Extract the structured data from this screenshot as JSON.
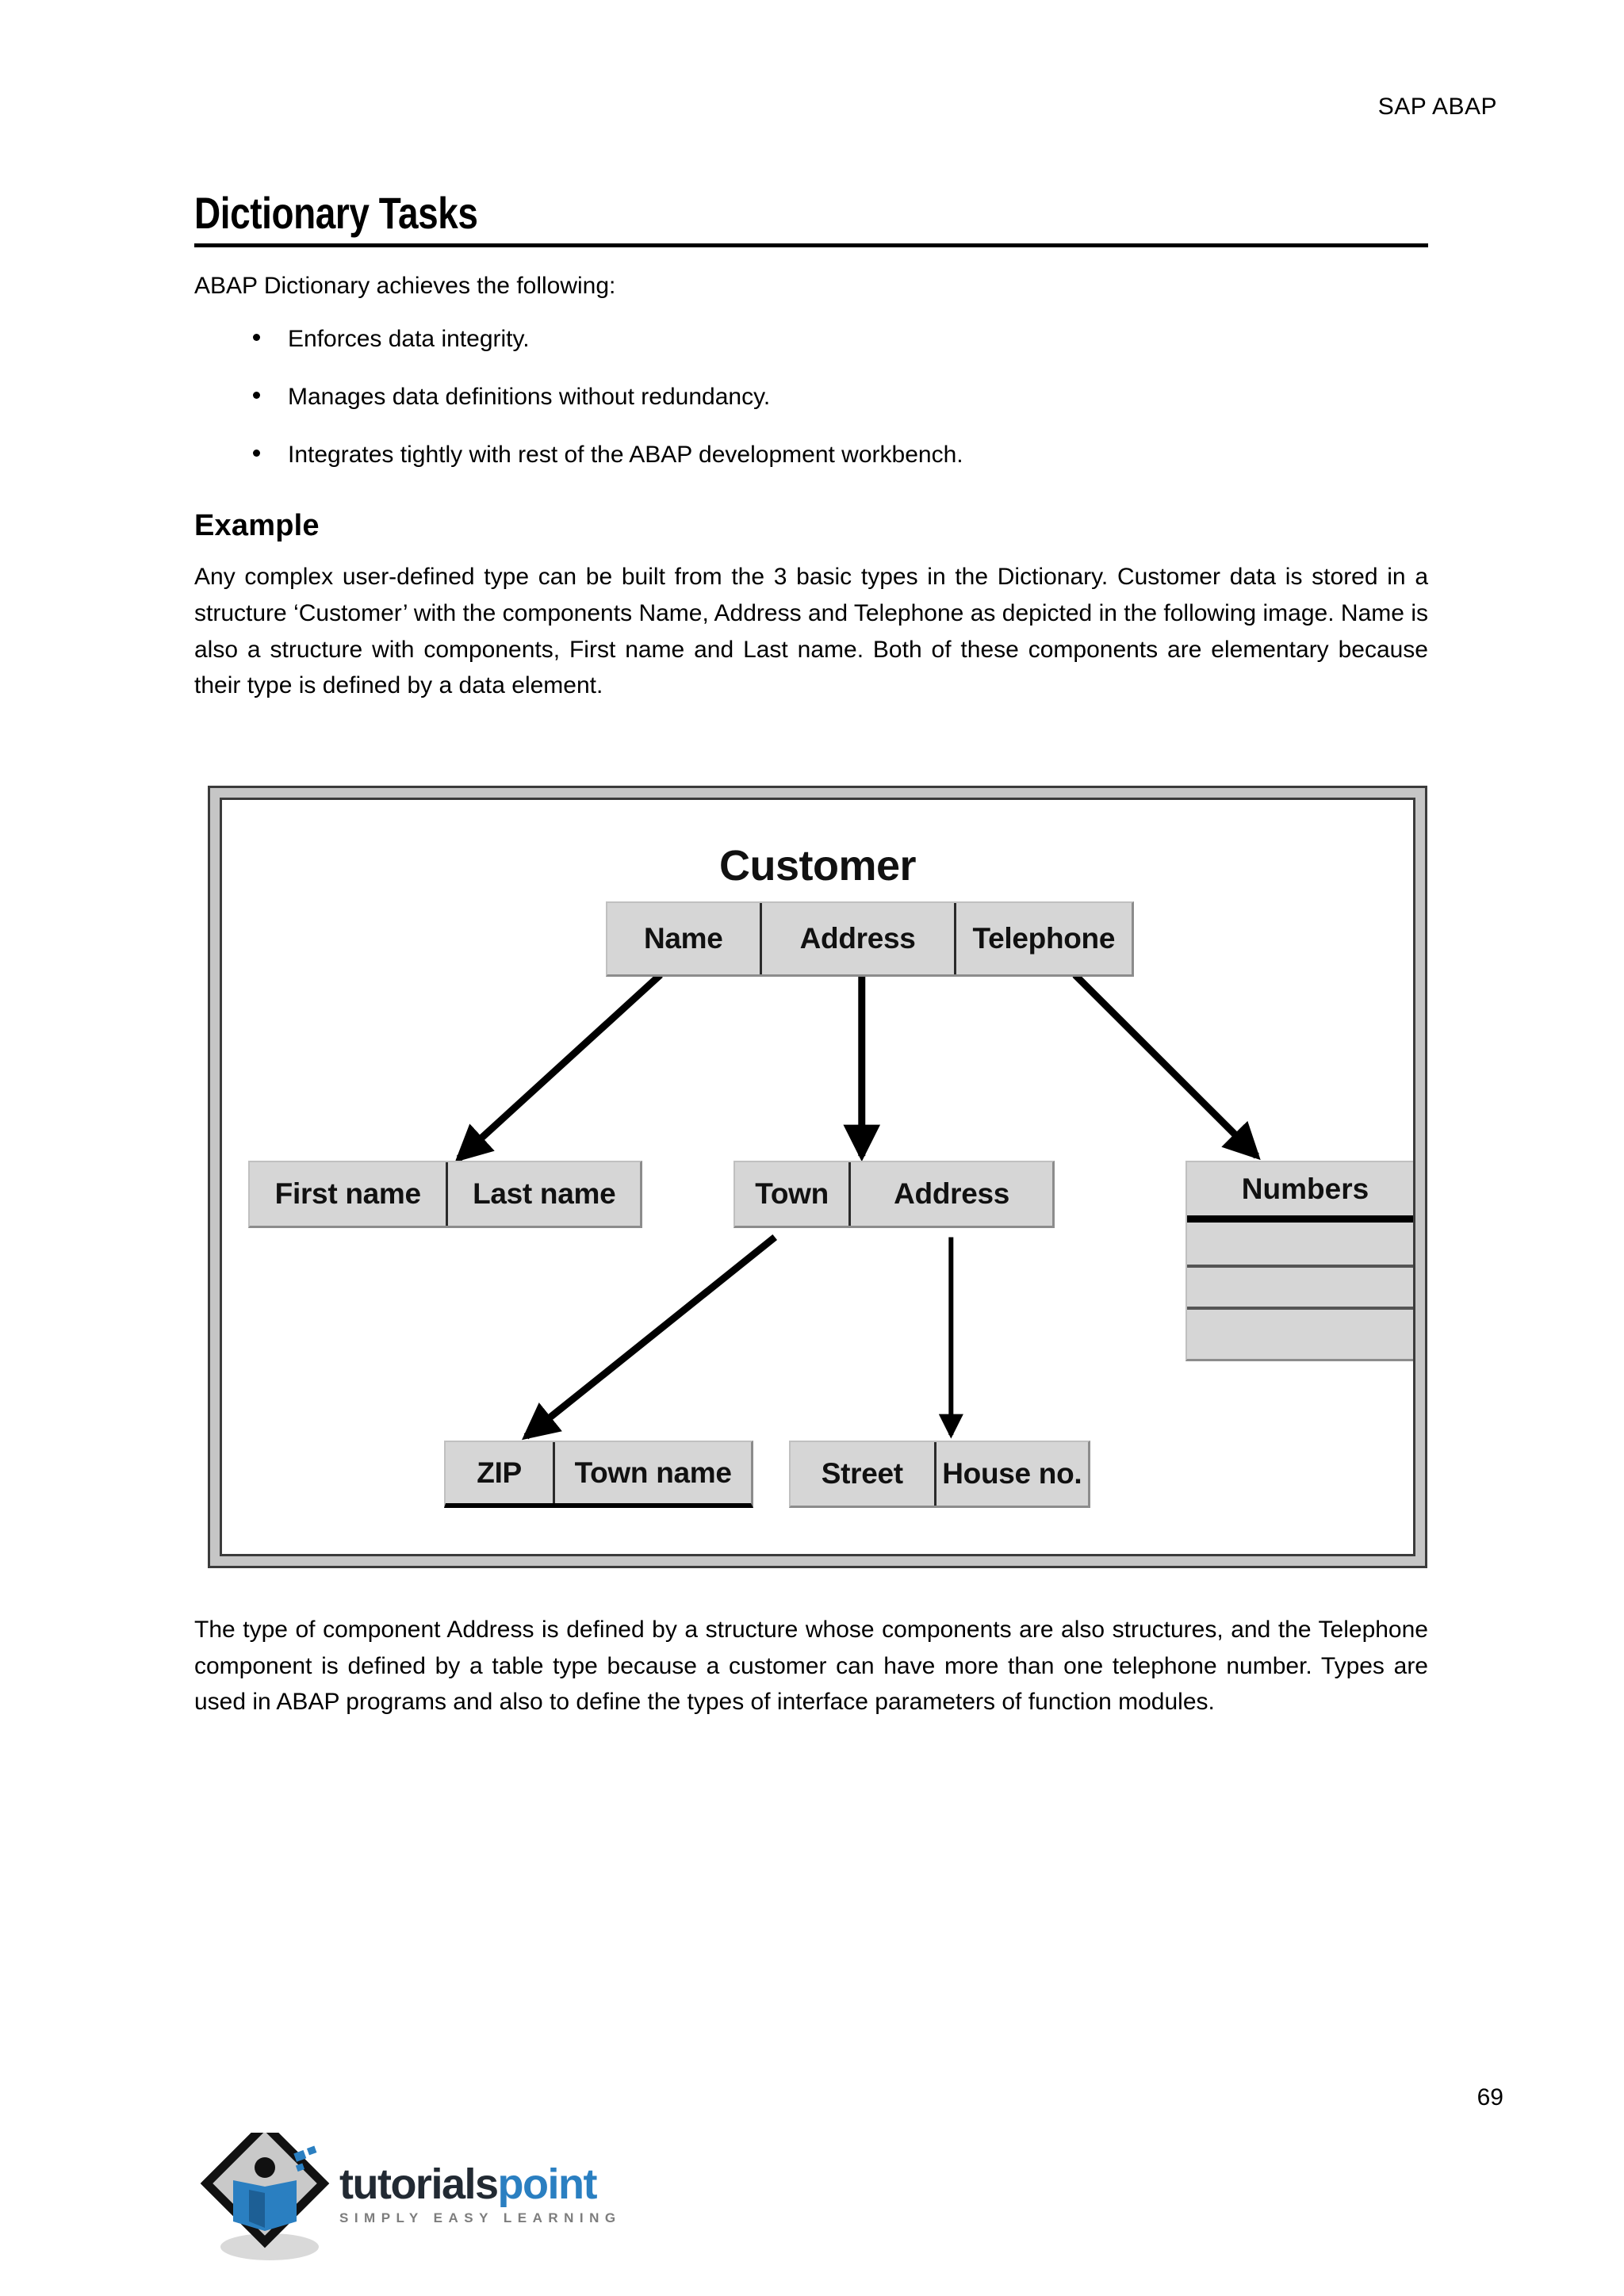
{
  "header": {
    "running_head": "SAP ABAP"
  },
  "section": {
    "title": "Dictionary Tasks",
    "intro": "ABAP Dictionary achieves the following:",
    "bullets": [
      "Enforces data integrity.",
      "Manages data definitions without redundancy.",
      "Integrates tightly with rest of the ABAP development workbench."
    ],
    "example_heading": "Example",
    "example_paragraph": "Any complex user-defined type can be built from the 3 basic types in the Dictionary. Customer data is stored in a structure ‘Customer’ with the components Name, Address and Telephone as depicted in the following image. Name is also a structure with components, First name and Last name. Both of these components are elementary because their type is defined by a data element.",
    "closing_paragraph": "The type of component Address is defined by a structure whose components are also structures, and the Telephone component is defined by a table type because a customer can have more than one telephone number. Types are used in ABAP programs and also to define the types of interface parameters of function modules."
  },
  "figure": {
    "title": "Customer",
    "customer_row": {
      "name": "Name",
      "address": "Address",
      "telephone": "Telephone"
    },
    "name_row": {
      "first_name": "First name",
      "last_name": "Last name"
    },
    "address_row": {
      "town": "Town",
      "address": "Address"
    },
    "telephone_table": {
      "header": "Numbers",
      "rows": [
        "",
        "",
        ""
      ]
    },
    "town_row": {
      "zip": "ZIP",
      "town_name": "Town name"
    },
    "street_row": {
      "street": "Street",
      "house_no": "House no."
    },
    "colors": {
      "box_fill": "#d6d6d6",
      "frame_band": "#c6c6c6",
      "frame_border": "#3b3b3b",
      "connector": "#000000"
    }
  },
  "footer": {
    "page_number": "69",
    "logo_word_1": "tutorials",
    "logo_word_2": "point",
    "logo_tagline": "SIMPLY EASY LEARNING"
  }
}
